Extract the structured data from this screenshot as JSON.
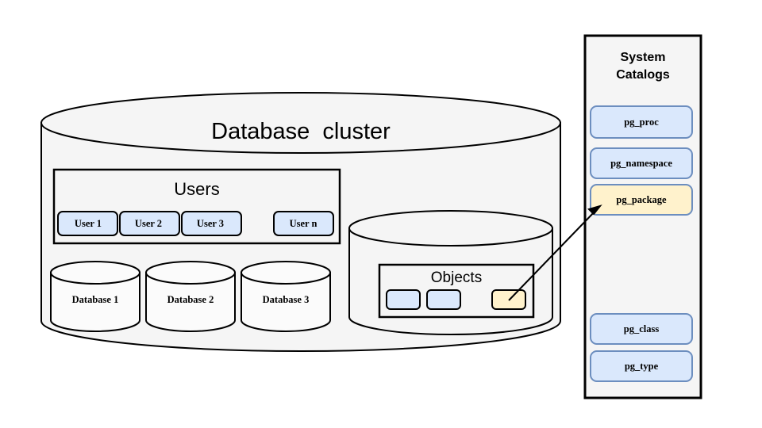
{
  "diagram": {
    "title": "Database cluster",
    "background_color": "#ffffff",
    "cluster": {
      "label": "Database  cluster",
      "fill": "#f5f5f5",
      "stroke": "#000000"
    },
    "users_panel": {
      "label": "Users",
      "fill": "#f5f5f5",
      "stroke": "#000000",
      "users": [
        {
          "label": "User 1",
          "fill": "#dae8fc",
          "stroke": "#000000"
        },
        {
          "label": "User 2",
          "fill": "#dae8fc",
          "stroke": "#000000"
        },
        {
          "label": "User 3",
          "fill": "#dae8fc",
          "stroke": "#000000"
        },
        {
          "label": "User n",
          "fill": "#dae8fc",
          "stroke": "#000000"
        }
      ]
    },
    "databases": [
      {
        "label": "Database 1",
        "fill": "#f5f5f5",
        "stroke": "#000000"
      },
      {
        "label": "Database 2",
        "fill": "#f5f5f5",
        "stroke": "#000000"
      },
      {
        "label": "Database 3",
        "fill": "#f5f5f5",
        "stroke": "#000000"
      }
    ],
    "objects_cylinder": {
      "panel_label": "Objects",
      "fill": "#f5f5f5",
      "stroke": "#000000",
      "objects": [
        {
          "fill": "#dae8fc",
          "stroke": "#000000"
        },
        {
          "fill": "#dae8fc",
          "stroke": "#000000"
        },
        {
          "fill": "#fff2cc",
          "stroke": "#000000"
        }
      ]
    },
    "system_catalogs": {
      "header_line1": "System",
      "header_line2": "Catalogs",
      "panel_fill": "#f5f5f5",
      "panel_stroke": "#000000",
      "entries": [
        {
          "label": "pg_proc",
          "fill": "#dae8fc",
          "stroke": "#6c8ebf"
        },
        {
          "label": "pg_namespace",
          "fill": "#dae8fc",
          "stroke": "#6c8ebf"
        },
        {
          "label": "pg_package",
          "fill": "#fff2cc",
          "stroke": "#6c8ebf"
        },
        {
          "label": "pg_class",
          "fill": "#dae8fc",
          "stroke": "#6c8ebf"
        },
        {
          "label": "pg_type",
          "fill": "#dae8fc",
          "stroke": "#6c8ebf"
        }
      ]
    },
    "connector": {
      "name": "pg_package-to-object-arrow",
      "from": "pg_package",
      "to": "highlighted-object",
      "stroke": "#000000"
    }
  }
}
